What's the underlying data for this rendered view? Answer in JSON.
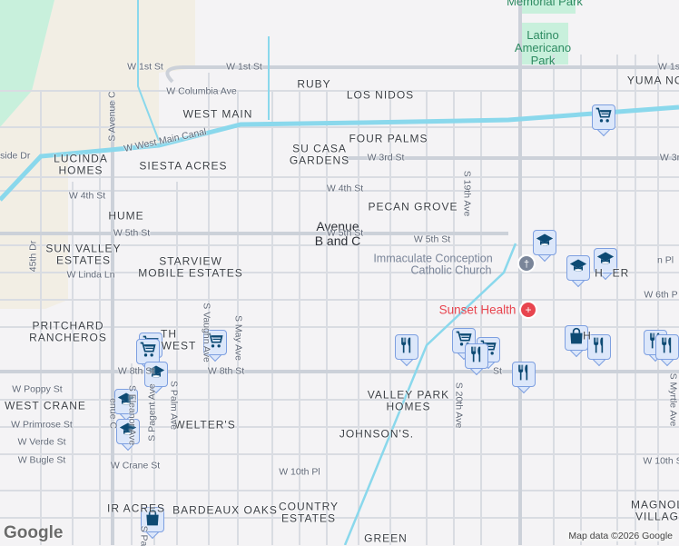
{
  "colors": {
    "background": "#f4f3f5",
    "road": "#d3d7de",
    "water": "#8ad8ec",
    "park": "#c8f0dc",
    "desert": "#f2eee4",
    "marker_fill": "#dce7fa",
    "marker_icon": "#0d4a73",
    "hospital": "#e8454f"
  },
  "neighborhoods": [
    "RUBY",
    "LOS NIDOS",
    "YUMA NO",
    "WEST MAIN",
    "FOUR PALMS",
    "SU CASA",
    "GARDENS",
    "LUCINDA",
    "HOMES",
    "SIESTA ACRES",
    "PECAN GROVE",
    "HUME",
    "SUN VALLEY",
    "ESTATES",
    "STARVIEW",
    "MOBILE ESTATES",
    "PRITCHARD",
    "RANCHEROS",
    "TH",
    "WEST",
    "WEST CRANE",
    "WELTER'S",
    "VALLEY PARK",
    "HOMES",
    "JOHNSON'S.",
    "IR ACRES",
    "BARDEAUX OAKS",
    "COUNTRY",
    "ESTATES",
    "MAGNOL",
    "VILLAG",
    "GREEN",
    "H",
    "ER",
    "H"
  ],
  "places": {
    "locality_line1": "Avenue",
    "locality_line2": "B and C",
    "park1": "Memorial Park",
    "park2_l1": "Latino",
    "park2_l2": "Americano",
    "park2_l3": "Park",
    "church_l1": "Immaculate Conception",
    "church_l2": "Catholic Church",
    "hospital": "Sunset Health"
  },
  "streets": [
    "W 1st St",
    "W 1st St",
    "W 1s",
    "W Columbia Ave",
    "W West Main Canal",
    "rside Dr",
    "W 3rd St",
    "W 3r",
    "W 4th St",
    "W 4th St",
    "W 5th St",
    "W 5th St",
    "W 5th St",
    "S Avenue C",
    "enue C",
    "45th Dr",
    "S 19th Ave",
    "W Linda Ln",
    "S Vaughn Ave",
    "S May Ave",
    "W 6th P",
    "W 8th St",
    "W 8th St",
    "W Poppy St",
    "W Primrose St",
    "W Verde St",
    "W Bugle St",
    "S Eleanor Ave",
    "S Pagent Ave",
    "S Palm Ave",
    "W Crane St",
    "W 10th Pl",
    "W 10th S",
    "S 20th Ave",
    "S Myrtle Ave",
    "S Pa",
    "n Pl",
    "St"
  ],
  "markers": [
    "shopping-cart",
    "school",
    "school",
    "school",
    "shopping-bag",
    "restaurant",
    "restaurant",
    "restaurant",
    "shopping-cart",
    "shopping-cart",
    "restaurant",
    "restaurant",
    "restaurant",
    "shopping-cart",
    "shopping-cart",
    "shopping-cart",
    "school",
    "school",
    "school",
    "shopping-bag"
  ],
  "footer": {
    "logo": "Google",
    "attribution": "Map data ©2026 Google"
  }
}
